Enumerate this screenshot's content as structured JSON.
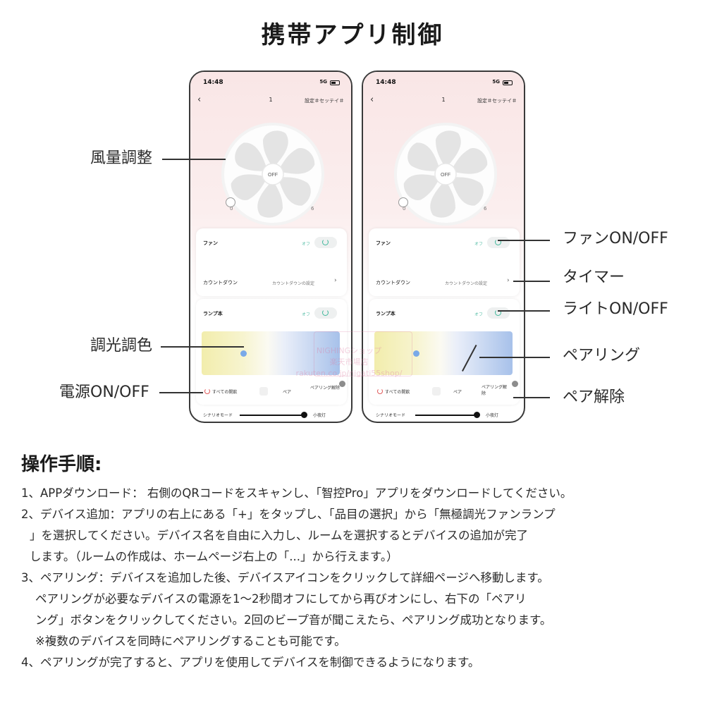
{
  "title": "携帯アプリ制御",
  "phone": {
    "time": "14:48",
    "network": "5G",
    "header_title": "1",
    "settings": "設定＃セッテイ＃",
    "fan_center": "OFF",
    "dial_min": "0",
    "dial_max": "6",
    "fan_label": "ファン",
    "fan_state": "オフ",
    "countdown_label": "カウントダウン",
    "countdown_value": "カウントダウンの設定",
    "lamp_label": "ランプ本",
    "lamp_state": "オフ",
    "all_switch": "すべての開飲",
    "pair": "ペア",
    "unpair": "ペアリング解除",
    "unpair_line1": "ペアリング解",
    "unpair_line2": "除",
    "scene_mode": "シナリオモード",
    "scene_right": "小夜灯"
  },
  "callouts": {
    "wind": "風量調整",
    "dimming": "調光調色",
    "power": "電源ON/OFF",
    "fan_onoff": "ファンON/OFF",
    "timer": "タイマー",
    "light_onoff": "ライトON/OFF",
    "pairing": "ペアリング",
    "unpair": "ペア解除"
  },
  "watermark": {
    "line1": "NIGHINGショップ",
    "line2": "楽天市場店",
    "line3": "rakuten.co.jp/nigati55shop/"
  },
  "section_title": "操作手順:",
  "steps": [
    "1、APPダウンロード：  右側のQRコードをスキャンし、「智控Pro」アプリをダウンロードしてください。",
    "2、デバイス追加：アプリの右上にある「+」をタップし、「品目の選択」から「無極調光ファンランプ",
    "」を選択してください。デバイス名を自由に入力し、ルームを選択するとデバイスの追加が完了",
    "します。（ルームの作成は、ホームページ右上の「...」から行えます。）",
    "3、ペアリング：デバイスを追加した後、デバイスアイコンをクリックして詳細ページへ移動します。",
    "ペアリングが必要なデバイスの電源を1～2秒間オフにしてから再びオンにし、右下の「ペアリ",
    "ング」ボタンをクリックしてください。2回のビープ音が聞こえたら、ペアリング成功となります。",
    "※複数のデバイスを同時にペアリングすることも可能です。",
    "4、ペアリングが完了すると、アプリを使用してデバイスを制御できるようになります。"
  ],
  "colors": {
    "accent_green": "#41b99c",
    "power_red": "#e05a5a",
    "cool_blue": "#a7c1ea",
    "warm_yellow": "#f2edac"
  }
}
